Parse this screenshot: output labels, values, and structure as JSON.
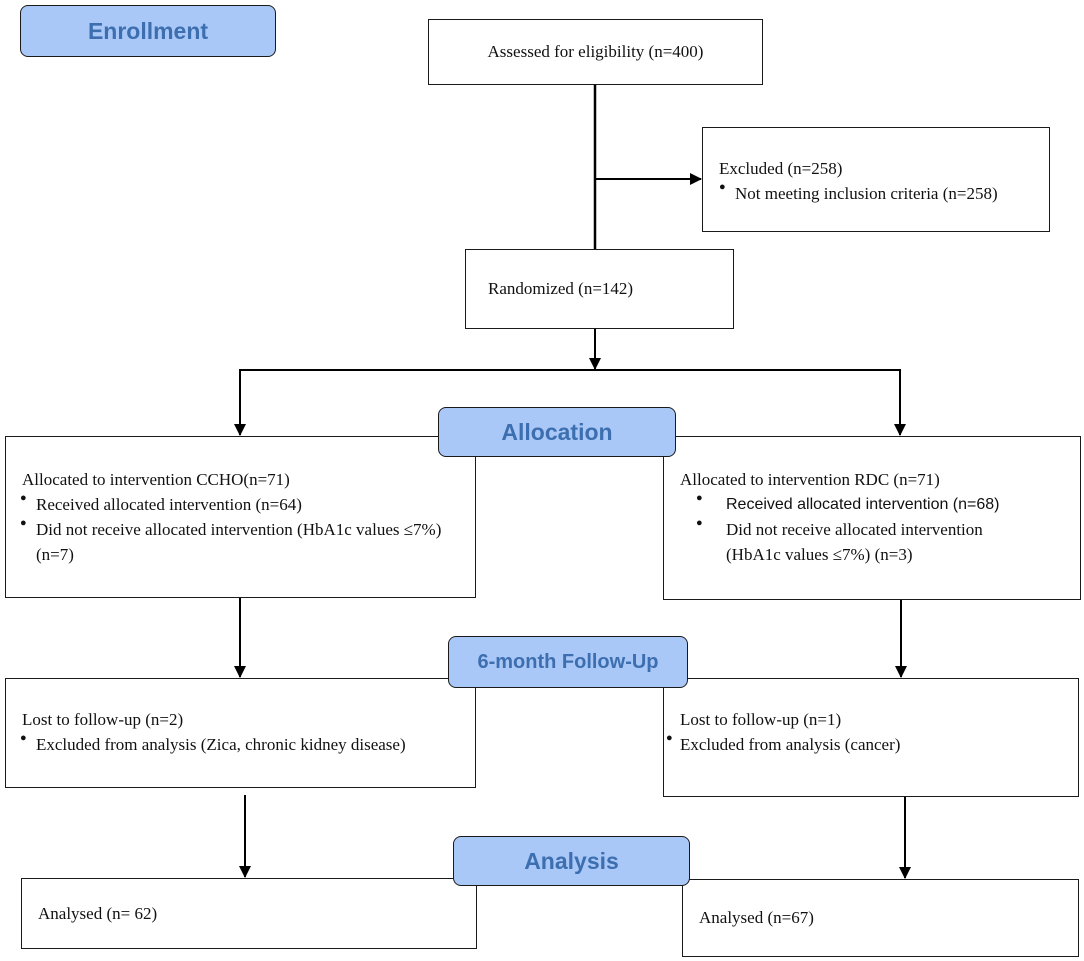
{
  "stages": {
    "enrollment": "Enrollment",
    "allocation": "Allocation",
    "followup": "6-month Follow-Up",
    "analysis": "Analysis"
  },
  "assessed": "Assessed for eligibility (n=400)",
  "excluded": {
    "title": "Excluded (n=258)",
    "bullet": "Not meeting inclusion criteria (n=258)"
  },
  "randomized": "Randomized (n=142)",
  "ccho": {
    "title": "Allocated to intervention CCHO(n=71)",
    "received": "Received allocated intervention (n=64)",
    "not_received": "Did not receive allocated intervention (HbA1c values ≤7%) (n=7)"
  },
  "rdc": {
    "title": "Allocated to intervention RDC (n=71)",
    "received": "Received allocated intervention (n=68)",
    "not_received": "Did not receive allocated intervention (HbA1c values ≤7%) (n=3)"
  },
  "followup_left": {
    "title": "Lost to follow-up (n=2)",
    "bullet": "Excluded from analysis (Zica, chronic kidney disease)"
  },
  "followup_right": {
    "title": "Lost to follow-up (n=1)",
    "bullet": "Excluded from analysis (cancer)"
  },
  "analysed_left": "Analysed (n= 62)",
  "analysed_right": "Analysed (n=67)",
  "bullet_char": "●",
  "colors": {
    "stage_fill": "#a9c8f7",
    "stage_text": "#3d6fb0",
    "line": "#000000"
  }
}
